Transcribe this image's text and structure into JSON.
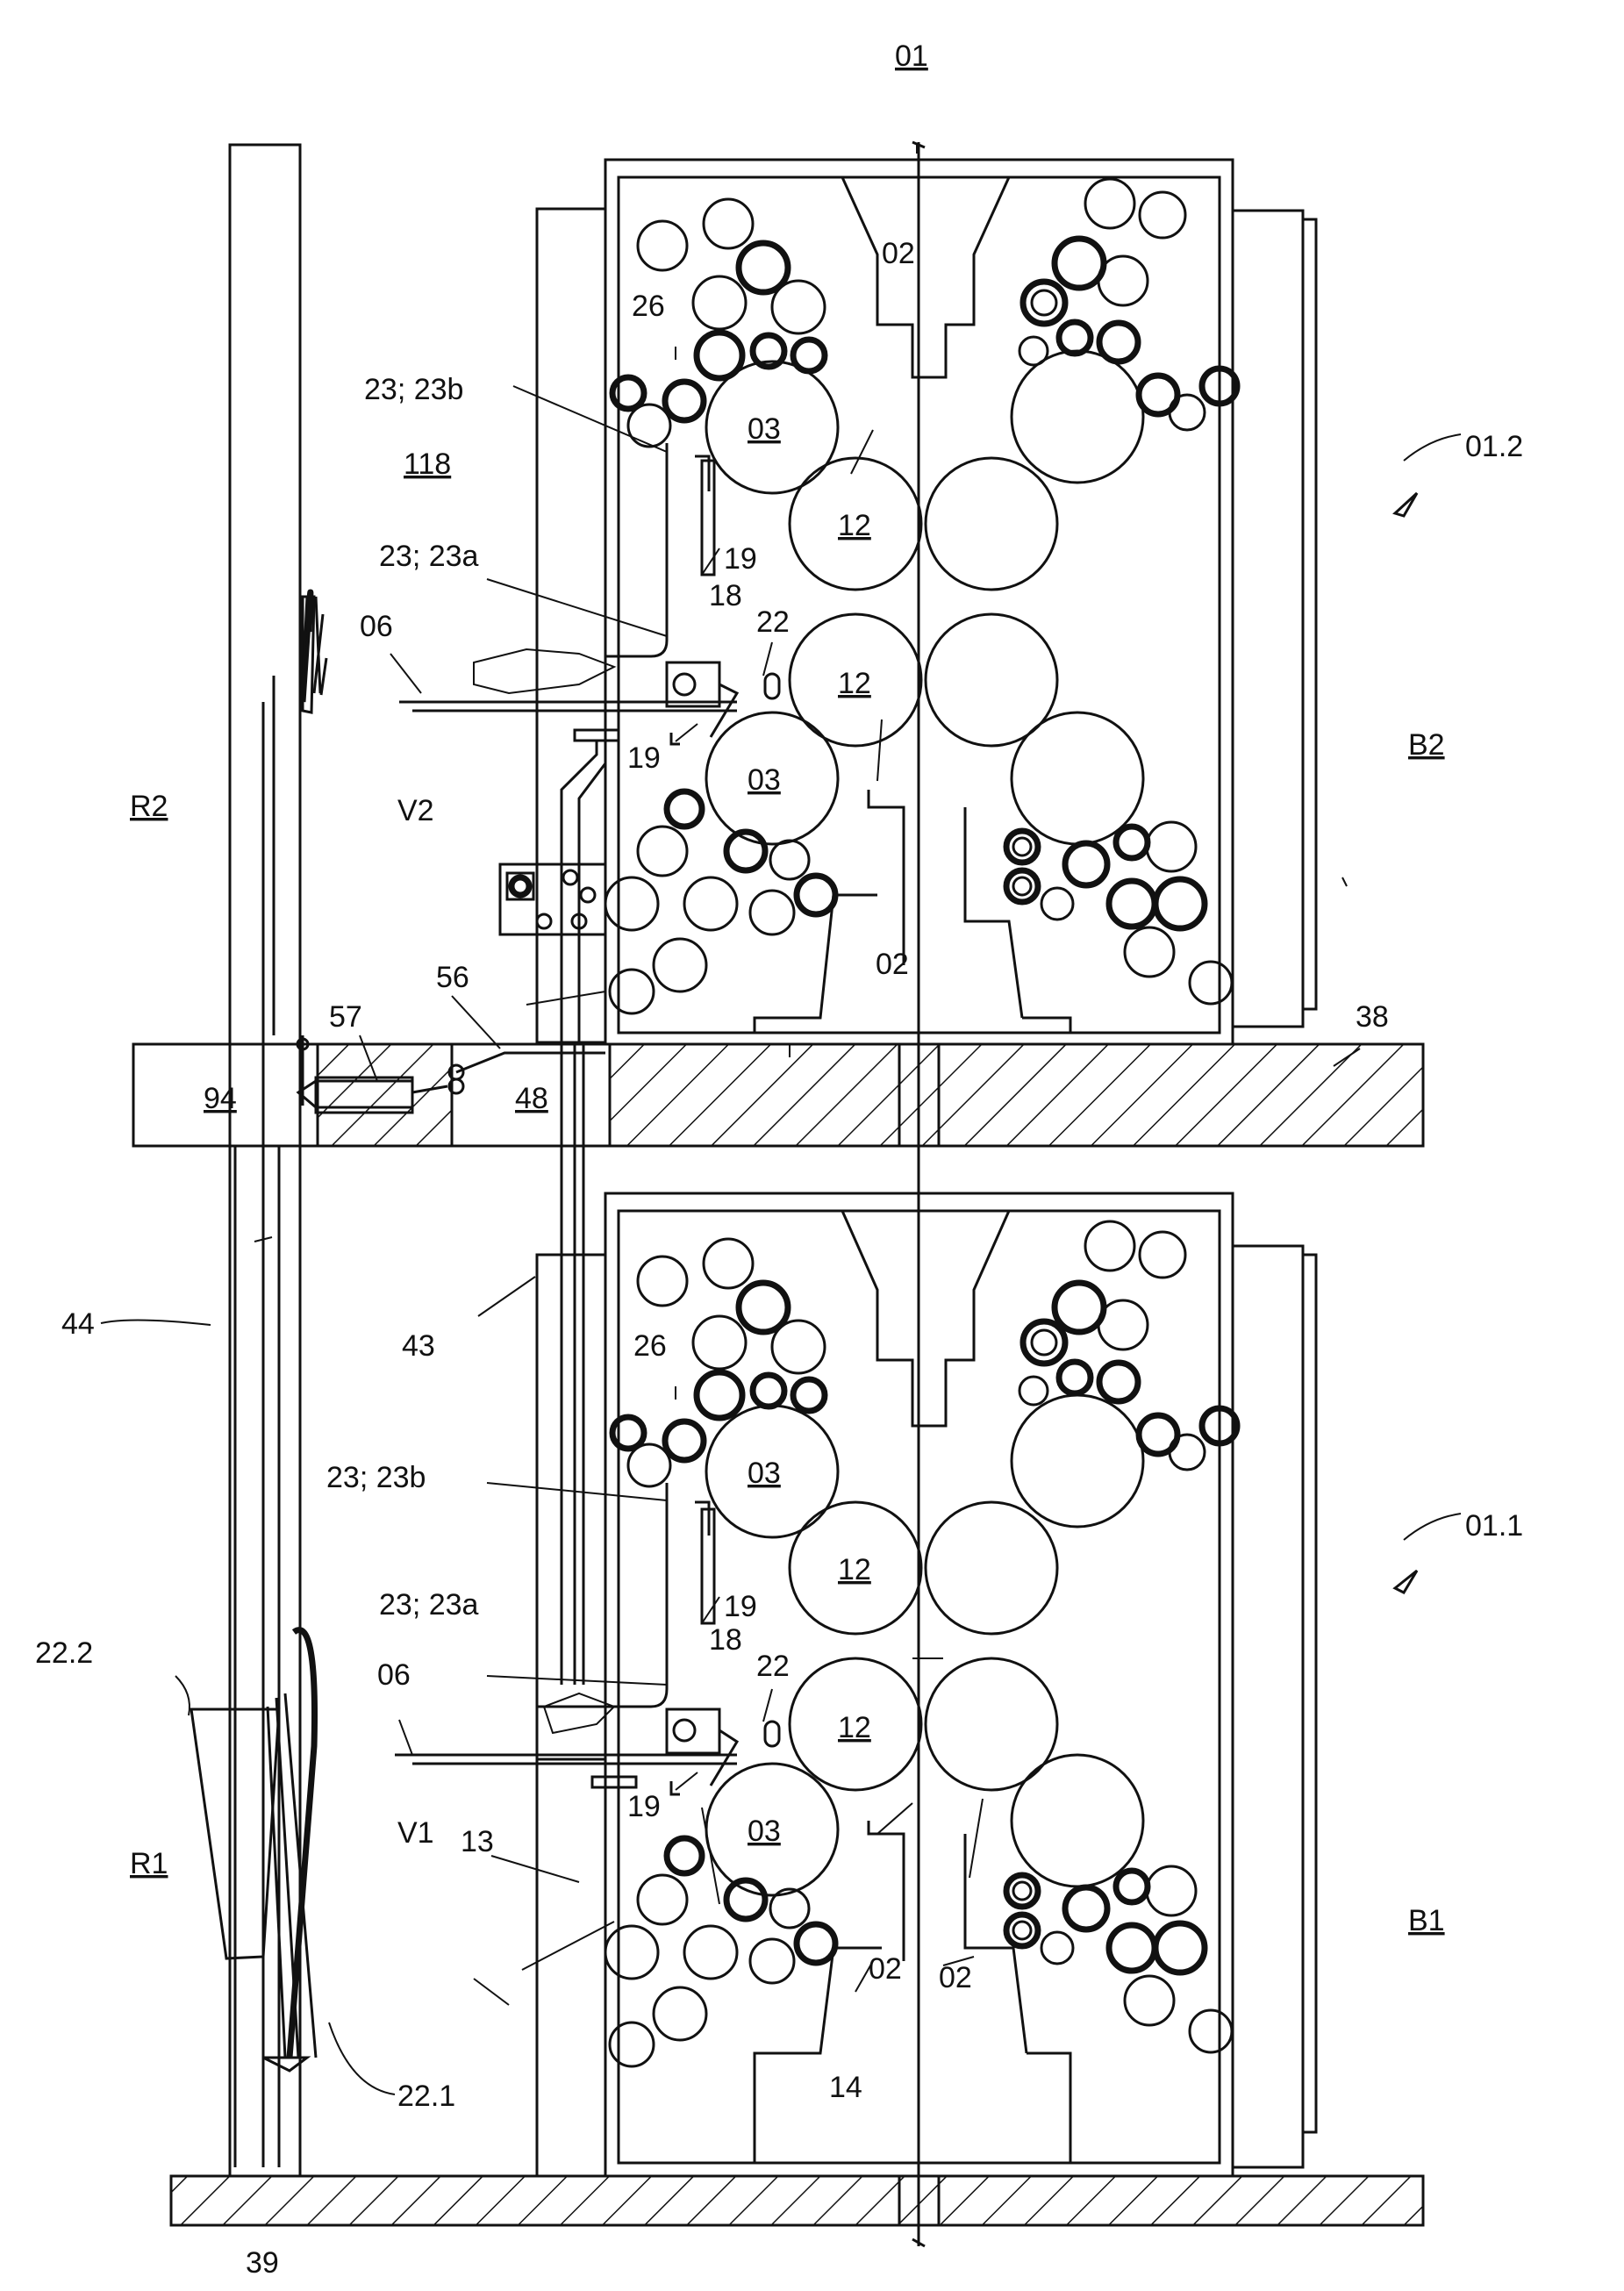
{
  "labels": {
    "machine": "01",
    "unit_upper": "01.2",
    "unit_lower": "01.1",
    "B2": "B2",
    "B1": "B1",
    "R2": "R2",
    "R1": "R1",
    "V2": "V2",
    "V1": "V1",
    "l118": "118",
    "l94": "94",
    "l48": "48",
    "l38": "38",
    "l39": "39",
    "l44": "44",
    "l43": "43",
    "l57": "57",
    "l56": "56",
    "l06": "06",
    "l26": "26",
    "l23b": "23; 23b",
    "l23a": "23; 23a",
    "l18": "18",
    "l19": "19",
    "l22": "22",
    "l03": "03",
    "l12": "12",
    "l02": "02",
    "l13": "13",
    "l14": "14",
    "l22_1": "22.1",
    "l22_2": "22.2"
  }
}
